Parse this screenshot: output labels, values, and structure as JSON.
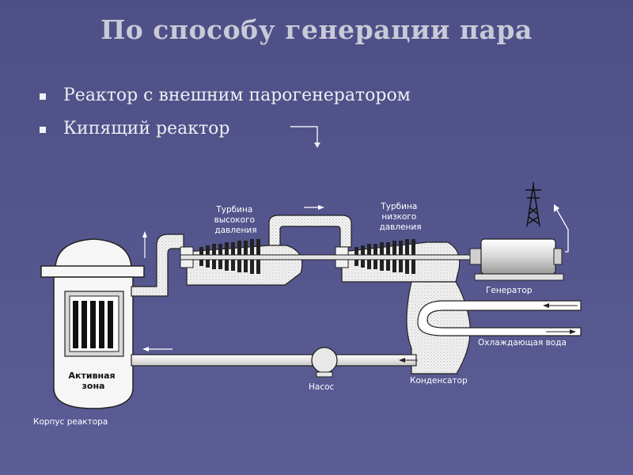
{
  "title": "По способу генерации пара",
  "bullets": [
    "Реактор с внешним парогенератором",
    "Кипящий реактор"
  ],
  "diagram": {
    "labels": {
      "hp_turbine": [
        "Турбина",
        "высокого",
        "давления"
      ],
      "lp_turbine": [
        "Турбина",
        "низкого",
        "давления"
      ],
      "generator": "Генератор",
      "cooling_water": "Охлаждающая вода",
      "condenser": "Конденсатор",
      "pump": "Насос",
      "core": [
        "Активная",
        "зона"
      ],
      "vessel": "Корпус реактора"
    }
  }
}
